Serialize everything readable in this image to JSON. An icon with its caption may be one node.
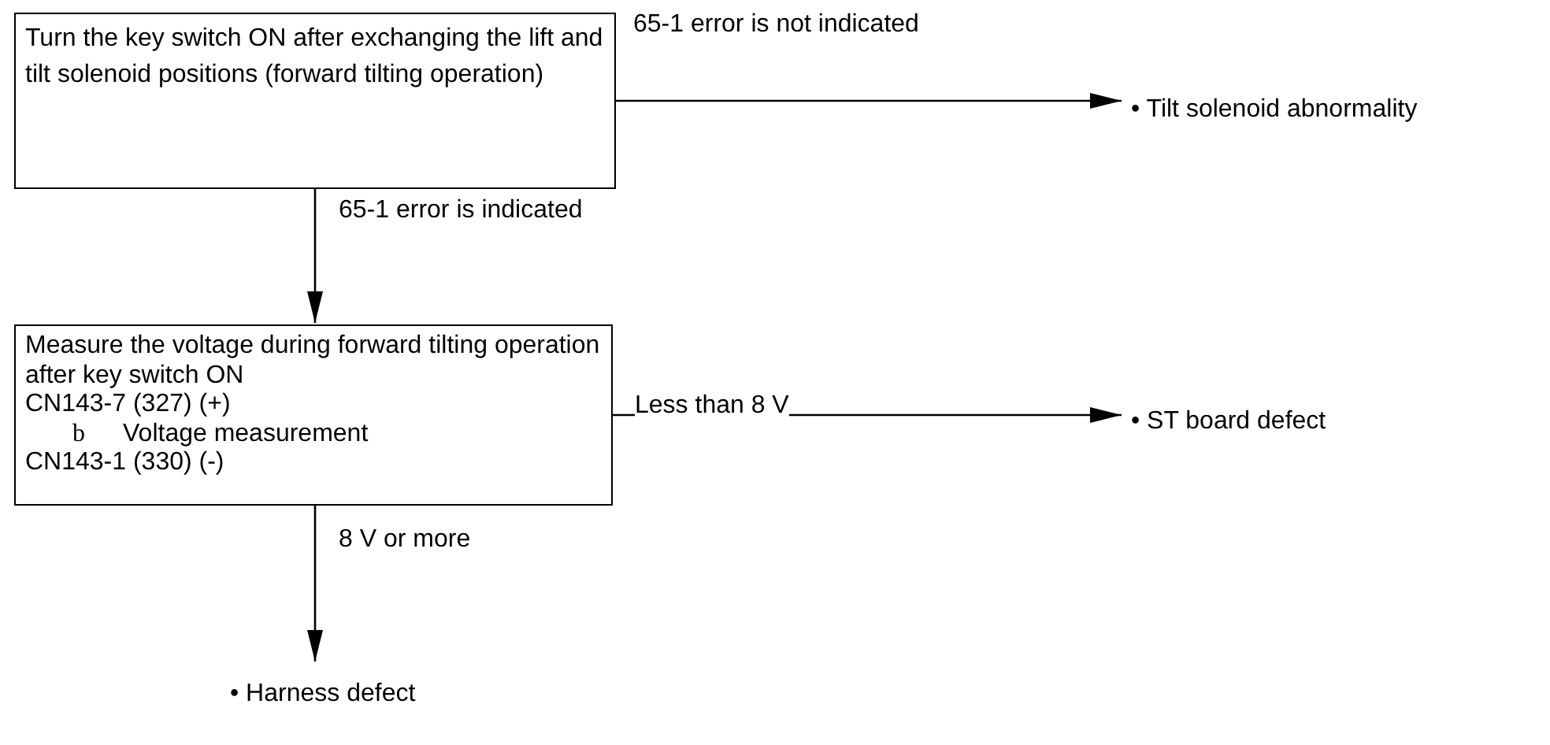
{
  "diagram": {
    "nodes": [
      {
        "text": [
          "Turn the key switch ON after exchanging the lift and tilt solenoid positions (forward tilting operation)"
        ]
      },
      {
        "text": [
          "• Tilt solenoid abnormality"
        ]
      },
      {
        "text": [
          "Measure the voltage during forward tilting operation after key switch ON",
          "CN143-7 (327) (+)",
          "b",
          "Voltage measurement",
          "CN143-1 (330) (-)"
        ]
      },
      {
        "text": [
          "• ST board defect"
        ]
      },
      {
        "text": [
          "• Harness defect"
        ]
      }
    ],
    "edges": [
      {
        "from": 0,
        "to": 1,
        "arrow": "to",
        "label": "65-1 error is not indicated"
      },
      {
        "from": 0,
        "to": 2,
        "arrow": "to",
        "label": "65-1 error is indicated"
      },
      {
        "from": 2,
        "to": 3,
        "arrow": "to",
        "label": "Less than 8 V"
      },
      {
        "from": 2,
        "to": 4,
        "arrow": "to",
        "label": "8 V or more"
      }
    ]
  }
}
